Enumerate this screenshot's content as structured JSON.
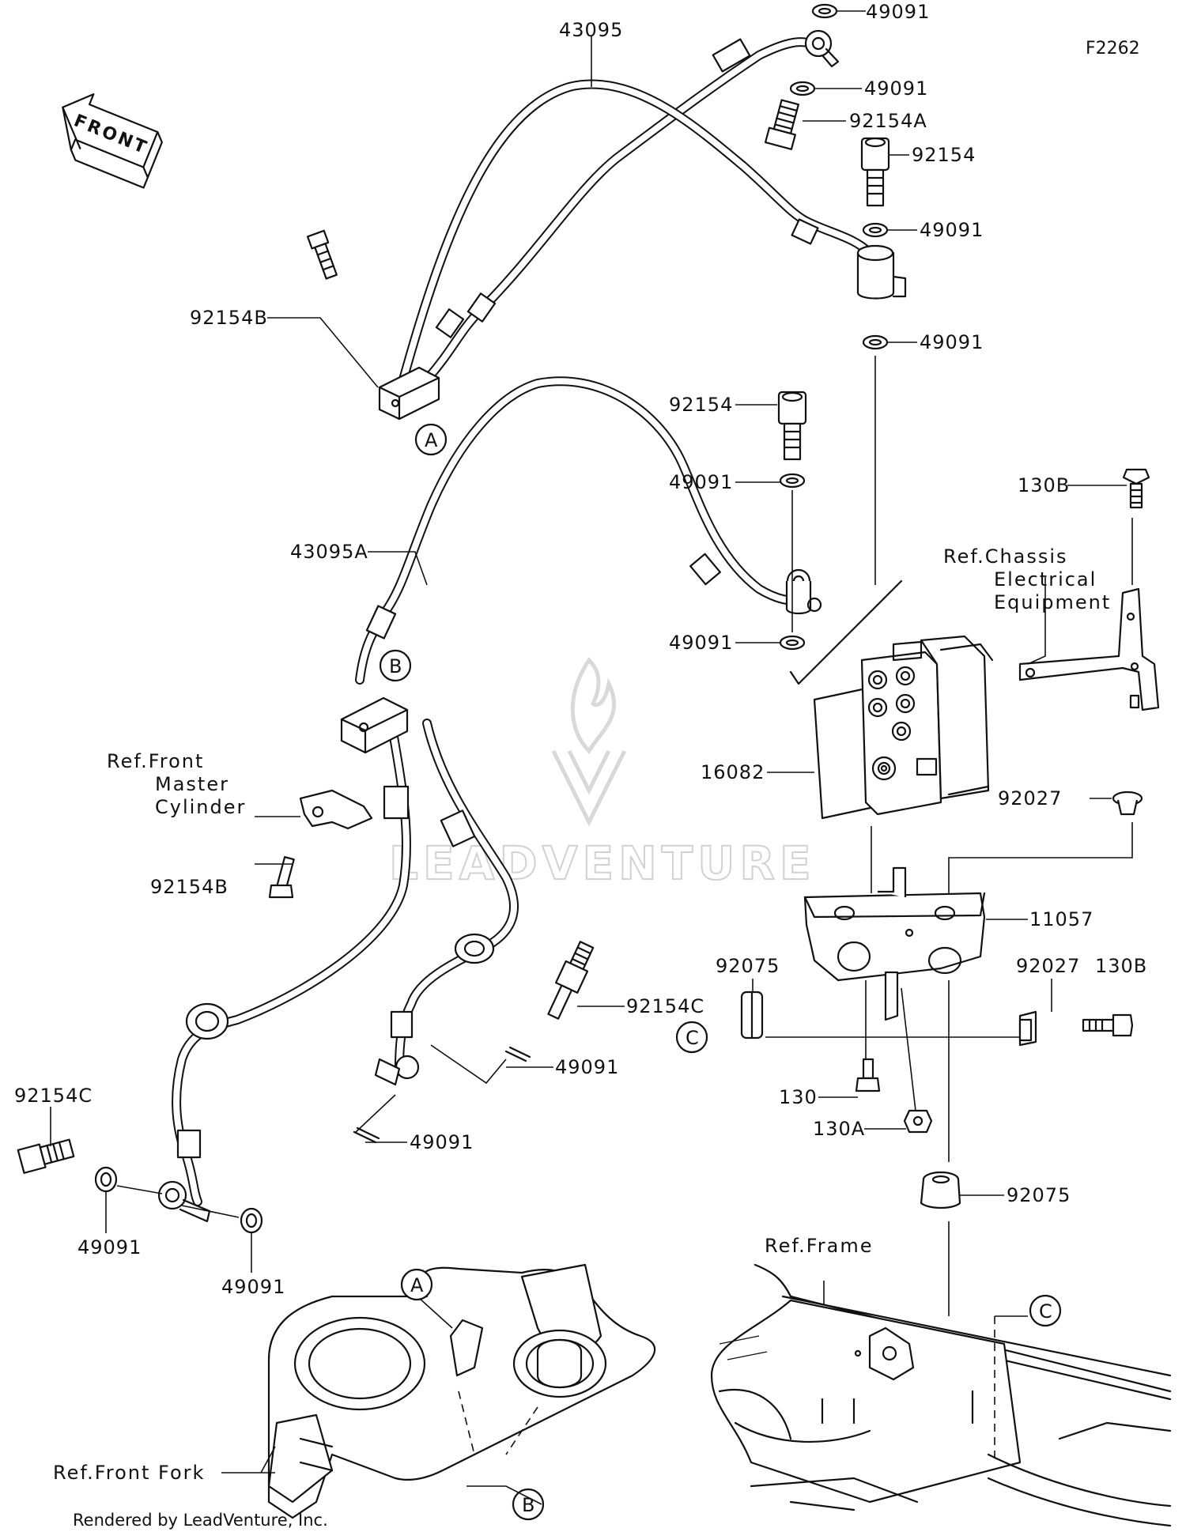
{
  "diagram_code": "F2262",
  "front_arrow_label": "FRONT",
  "watermark": "LEADVENTURE",
  "footer": "Rendered by LeadVenture, Inc.",
  "callouts": [
    {
      "id": "c-43095",
      "text": "43095"
    },
    {
      "id": "c-49091-a",
      "text": "49091"
    },
    {
      "id": "c-49091-b",
      "text": "49091"
    },
    {
      "id": "c-92154A",
      "text": "92154A"
    },
    {
      "id": "c-92154-a",
      "text": "92154"
    },
    {
      "id": "c-49091-c",
      "text": "49091"
    },
    {
      "id": "c-49091-d",
      "text": "49091"
    },
    {
      "id": "c-92154B-a",
      "text": "92154B"
    },
    {
      "id": "c-92154-b",
      "text": "92154"
    },
    {
      "id": "c-49091-e",
      "text": "49091"
    },
    {
      "id": "c-43095A",
      "text": "43095A"
    },
    {
      "id": "c-49091-f",
      "text": "49091"
    },
    {
      "id": "c-130B-a",
      "text": "130B"
    },
    {
      "id": "c-16082",
      "text": "16082"
    },
    {
      "id": "c-92027-a",
      "text": "92027"
    },
    {
      "id": "c-92154B-b",
      "text": "92154B"
    },
    {
      "id": "c-11057",
      "text": "11057"
    },
    {
      "id": "c-92075-a",
      "text": "92075"
    },
    {
      "id": "c-92027-b",
      "text": "92027"
    },
    {
      "id": "c-130B-b",
      "text": "130B"
    },
    {
      "id": "c-92154C-a",
      "text": "92154C"
    },
    {
      "id": "c-49091-g",
      "text": "49091"
    },
    {
      "id": "c-130",
      "text": "130"
    },
    {
      "id": "c-130A",
      "text": "130A"
    },
    {
      "id": "c-92154C-b",
      "text": "92154C"
    },
    {
      "id": "c-49091-h",
      "text": "49091"
    },
    {
      "id": "c-92075-b",
      "text": "92075"
    },
    {
      "id": "c-49091-i",
      "text": "49091"
    },
    {
      "id": "c-49091-j",
      "text": "49091"
    }
  ],
  "references": {
    "chassis": [
      "Ref.Chassis",
      "Electrical",
      "Equipment"
    ],
    "master_cylinder": [
      "Ref.Front",
      "Master",
      "Cylinder"
    ],
    "frame": "Ref.Frame",
    "front_fork": "Ref.Front Fork"
  },
  "markers": {
    "A_top": "A",
    "A_bottom": "A",
    "B_top": "B",
    "B_bottom": "B",
    "C_left": "C",
    "C_right": "C"
  }
}
